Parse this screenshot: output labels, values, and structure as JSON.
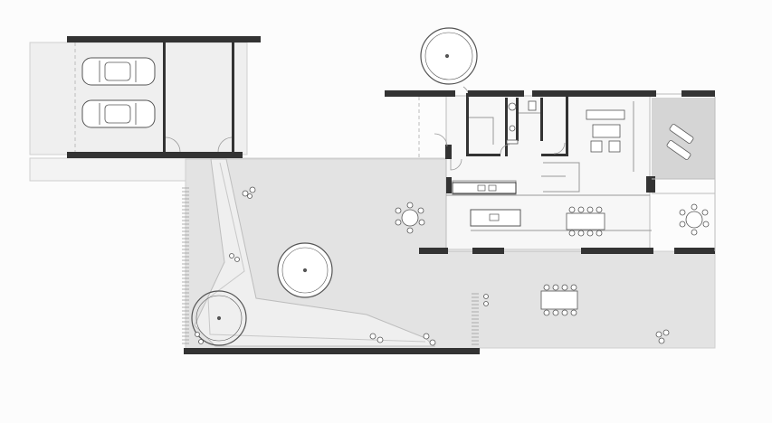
{
  "plan": {
    "colors": {
      "background": "#fcfcfc",
      "paving": "#e3e3e3",
      "deck": "#d5d5d5",
      "path": "#efefef",
      "wall": "#333333",
      "line": "#555555",
      "light_line": "#9a9a9a",
      "furniture": "#ffffff"
    },
    "elements": [
      "carport",
      "car",
      "car",
      "house",
      "kitchen-island",
      "dining-table",
      "sofa-set",
      "sun-loungers",
      "terrace",
      "garden-path",
      "tree",
      "tree",
      "tree",
      "round-table",
      "round-table",
      "outdoor-dining-table"
    ]
  }
}
